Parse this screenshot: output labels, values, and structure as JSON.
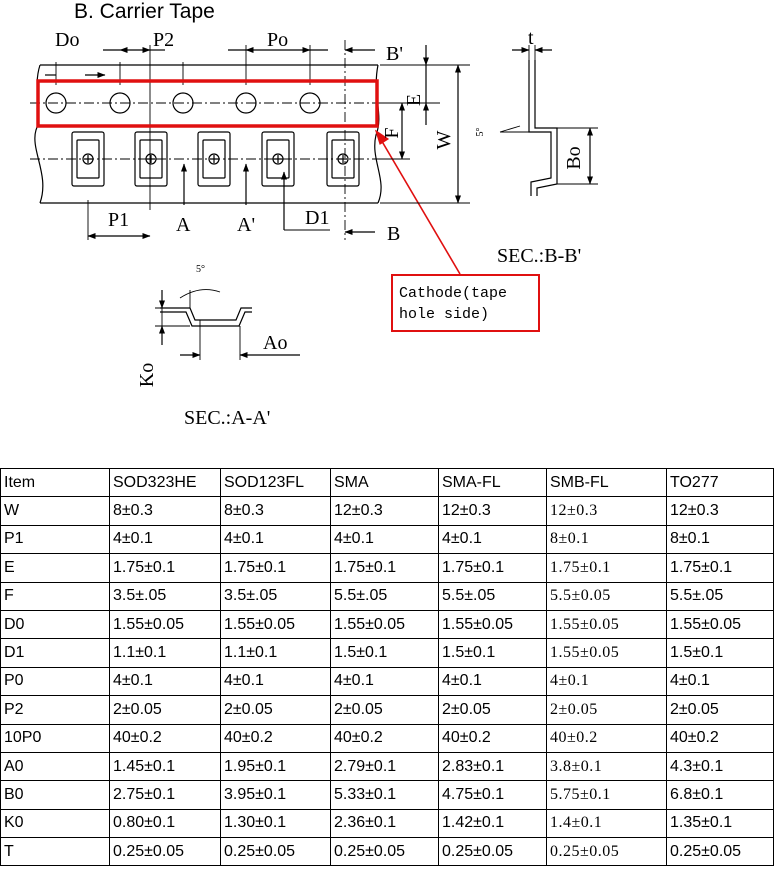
{
  "figure": {
    "title": "B. Carrier Tape",
    "labels": {
      "do": "Do",
      "p2": "P2",
      "po": "Po",
      "b_prime": "B'",
      "e": "E",
      "f": "F",
      "w": "W",
      "p1": "P1",
      "a": "A",
      "a_prime": "A'",
      "d1": "D1",
      "b": "B",
      "t": "t",
      "bo": "Bo",
      "ao": "Ao",
      "ko": "Ko",
      "five_deg": "5°",
      "sec_bb": "SEC.:B-B'",
      "sec_aa": "SEC.:A-A'"
    },
    "callout": {
      "line1": "Cathode(tape",
      "line2": "hole side)"
    },
    "colors": {
      "highlight": "#e01010",
      "ink": "#000000"
    }
  },
  "table": {
    "headers": [
      "Item",
      "SOD323HE",
      "SOD123FL",
      "SMA",
      "SMA-FL",
      "SMB-FL",
      "TO277"
    ],
    "rows": [
      [
        "W",
        "8±0.3",
        "8±0.3",
        "12±0.3",
        "12±0.3",
        "12±0.3",
        "12±0.3"
      ],
      [
        "P1",
        "4±0.1",
        "4±0.1",
        "4±0.1",
        "4±0.1",
        "8±0.1",
        "8±0.1"
      ],
      [
        "E",
        "1.75±0.1",
        "1.75±0.1",
        "1.75±0.1",
        "1.75±0.1",
        "1.75±0.1",
        "1.75±0.1"
      ],
      [
        "F",
        "3.5±.05",
        "3.5±.05",
        "5.5±.05",
        "5.5±.05",
        "5.5±0.05",
        "5.5±.05"
      ],
      [
        "D0",
        "1.55±0.05",
        "1.55±0.05",
        "1.55±0.05",
        "1.55±0.05",
        "1.55±0.05",
        "1.55±0.05"
      ],
      [
        "D1",
        "1.1±0.1",
        "1.1±0.1",
        "1.5±0.1",
        "1.5±0.1",
        "1.55±0.05",
        "1.5±0.1"
      ],
      [
        "P0",
        "4±0.1",
        "4±0.1",
        "4±0.1",
        "4±0.1",
        "4±0.1",
        "4±0.1"
      ],
      [
        "P2",
        "2±0.05",
        "2±0.05",
        "2±0.05",
        "2±0.05",
        "2±0.05",
        "2±0.05"
      ],
      [
        "10P0",
        "40±0.2",
        "40±0.2",
        "40±0.2",
        "40±0.2",
        "40±0.2",
        "40±0.2"
      ],
      [
        "A0",
        "1.45±0.1",
        "1.95±0.1",
        "2.79±0.1",
        "2.83±0.1",
        "3.8±0.1",
        "4.3±0.1"
      ],
      [
        "B0",
        "2.75±0.1",
        "3.95±0.1",
        "5.33±0.1",
        "4.75±0.1",
        "5.75±0.1",
        "6.8±0.1"
      ],
      [
        "K0",
        "0.80±0.1",
        "1.30±0.1",
        "2.36±0.1",
        "1.42±0.1",
        "1.4±0.1",
        "1.35±0.1"
      ],
      [
        "T",
        "0.25±0.05",
        "0.25±0.05",
        "0.25±0.05",
        "0.25±0.05",
        "0.25±0.05",
        "0.25±0.05"
      ]
    ]
  }
}
